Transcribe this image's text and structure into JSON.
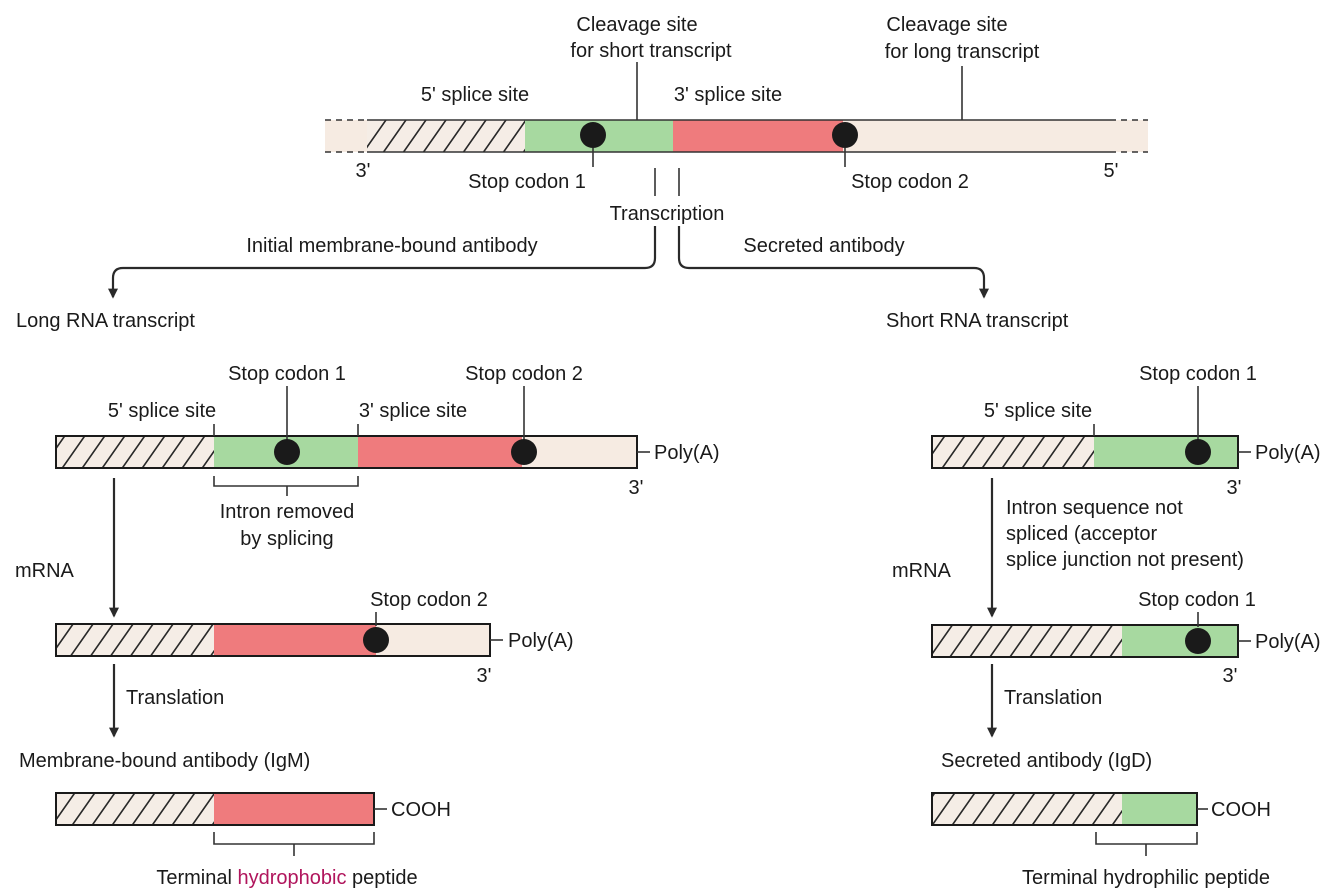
{
  "colors": {
    "green": "#a7d9a0",
    "red": "#ef7b7d",
    "cream": "#f6ebe2",
    "hatch_bg": "#f5ede6",
    "accent_text": "#b0155c"
  },
  "gene": {
    "cleavage_short": [
      "Cleavage site",
      "for short transcript"
    ],
    "cleavage_long": [
      "Cleavage site",
      "for long transcript"
    ],
    "splice5": "5' splice site",
    "splice3": "3' splice site",
    "end3": "3'",
    "end5": "5'",
    "stop1": "Stop codon 1",
    "stop2": "Stop codon 2",
    "transcription": "Transcription"
  },
  "branches": {
    "left_label": "Initial membrane-bound antibody",
    "right_label": "Secreted antibody"
  },
  "left": {
    "title": "Long RNA transcript",
    "stop1": "Stop codon 1",
    "stop2": "Stop codon 2",
    "splice5": "5' splice site",
    "splice3": "3' splice site",
    "polya": "Poly(A)",
    "end3": "3'",
    "intron": [
      "Intron removed",
      "by splicing"
    ],
    "mrna": "mRNA",
    "mrna_stop2": "Stop codon 2",
    "mrna_polya": "Poly(A)",
    "mrna_end3": "3'",
    "translation": "Translation",
    "antibody": "Membrane-bound antibody (IgM)",
    "cooh": "COOH",
    "peptide_pre": "Terminal ",
    "peptide_hl": "hydrophobic",
    "peptide_post": " peptide"
  },
  "right": {
    "title": "Short RNA transcript",
    "stop1": "Stop codon 1",
    "splice5": "5' splice site",
    "polya": "Poly(A)",
    "end3": "3'",
    "note": [
      "Intron sequence not",
      "spliced (acceptor",
      "splice junction not present)"
    ],
    "mrna": "mRNA",
    "mrna_stop1": "Stop codon 1",
    "mrna_polya": "Poly(A)",
    "mrna_end3": "3'",
    "translation": "Translation",
    "antibody": "Secreted antibody (IgD)",
    "cooh": "COOH",
    "peptide": "Terminal hydrophilic peptide"
  }
}
